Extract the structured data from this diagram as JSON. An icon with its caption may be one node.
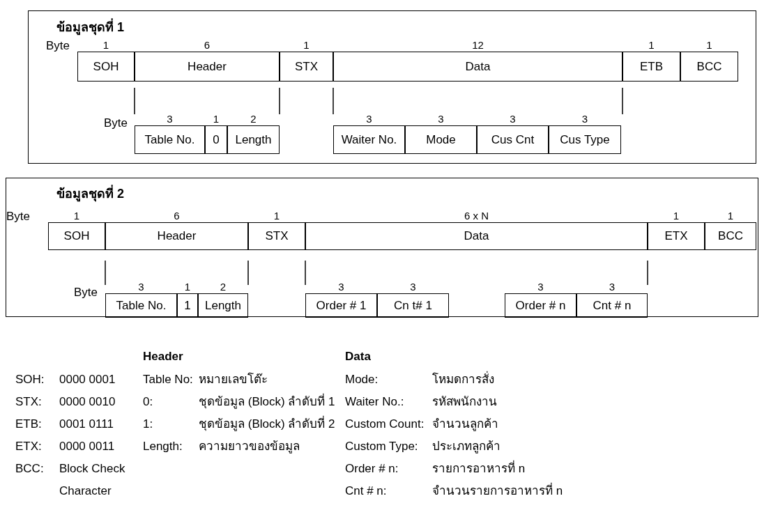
{
  "diagram": {
    "nodes": [
      {
        "text": [
          "ข้อมูลชุดที่ 1"
        ]
      },
      {
        "text": [
          "SOH"
        ],
        "in": 0,
        "beside": [
          "1"
        ]
      },
      {
        "text": [
          "Header"
        ],
        "in": 0,
        "beside": [
          "6"
        ]
      },
      {
        "text": [
          "STX"
        ],
        "in": 0,
        "beside": [
          "1"
        ]
      },
      {
        "text": [
          "Data"
        ],
        "in": 0,
        "beside": [
          "12"
        ]
      },
      {
        "text": [
          "ETB"
        ],
        "in": 0,
        "beside": [
          "1"
        ]
      },
      {
        "text": [
          "BCC"
        ],
        "in": 0,
        "beside": [
          "1"
        ]
      },
      {
        "text": [
          "Table No."
        ],
        "in": 0,
        "beside": [
          "3"
        ]
      },
      {
        "text": [
          "0"
        ],
        "in": 0,
        "beside": [
          "1"
        ]
      },
      {
        "text": [
          "Length"
        ],
        "in": 0,
        "beside": [
          "2"
        ]
      },
      {
        "text": [
          "Waiter No."
        ],
        "in": 0,
        "beside": [
          "3"
        ]
      },
      {
        "text": [
          "Mode"
        ],
        "in": 0,
        "beside": [
          "3"
        ]
      },
      {
        "text": [
          "Cus Cnt"
        ],
        "in": 0,
        "beside": [
          "3"
        ]
      },
      {
        "text": [
          "Cus Type"
        ],
        "in": 0,
        "beside": [
          "3"
        ]
      },
      {
        "text": [
          "ข้อมูลชุดที่ 2"
        ]
      },
      {
        "text": [
          "SOH"
        ],
        "in": 14,
        "beside": [
          "1"
        ]
      },
      {
        "text": [
          "Header"
        ],
        "in": 14,
        "beside": [
          "6"
        ]
      },
      {
        "text": [
          "STX"
        ],
        "in": 14,
        "beside": [
          "1"
        ]
      },
      {
        "text": [
          "Data"
        ],
        "in": 14,
        "beside": [
          "6 x N"
        ]
      },
      {
        "text": [
          "ETX"
        ],
        "in": 14,
        "beside": [
          "1"
        ]
      },
      {
        "text": [
          "BCC"
        ],
        "in": 14,
        "beside": [
          "1"
        ]
      },
      {
        "text": [
          "Table No."
        ],
        "in": 14,
        "beside": [
          "3"
        ]
      },
      {
        "text": [
          "1"
        ],
        "in": 14,
        "beside": [
          "1"
        ]
      },
      {
        "text": [
          "Length"
        ],
        "in": 14,
        "beside": [
          "2"
        ]
      },
      {
        "text": [
          "Order # 1"
        ],
        "in": 14,
        "beside": [
          "3"
        ]
      },
      {
        "text": [
          "Cn t# 1"
        ],
        "in": 14,
        "beside": [
          "3"
        ]
      },
      {
        "text": [
          "Order # n"
        ],
        "in": 14,
        "beside": [
          "3"
        ]
      },
      {
        "text": [
          "Cnt # n"
        ],
        "in": 14,
        "beside": [
          "3"
        ]
      }
    ],
    "labels": [
      "Byte",
      "Byte",
      "Byte",
      "Byte",
      "Header",
      "Data",
      "SOH:",
      "0000 0001",
      "Table No:",
      "หมายเลขโต๊ะ",
      "Mode:",
      "โหมดการสั่ง",
      "STX:",
      "0000 0010",
      "0:",
      "ชุดข้อมูล (Block) ลำดับที่ 1",
      "Waiter No.:",
      "รหัสพนักงาน",
      "ETB:",
      "0001 0111",
      "1:",
      "ชุดข้อมูล (Block) ลำดับที่ 2",
      "Custom Count:",
      "จำนวนลูกค้า",
      "ETX:",
      "0000 0011",
      "Length:",
      "ความยาวของข้อมูล",
      "Custom Type:",
      "ประเภทลูกค้า",
      "BCC:",
      "Block Check Character",
      "Order # n:",
      "รายการอาหารที่ n",
      "Cnt # n:",
      "จำนวนรายการอาหารที่ n"
    ]
  }
}
